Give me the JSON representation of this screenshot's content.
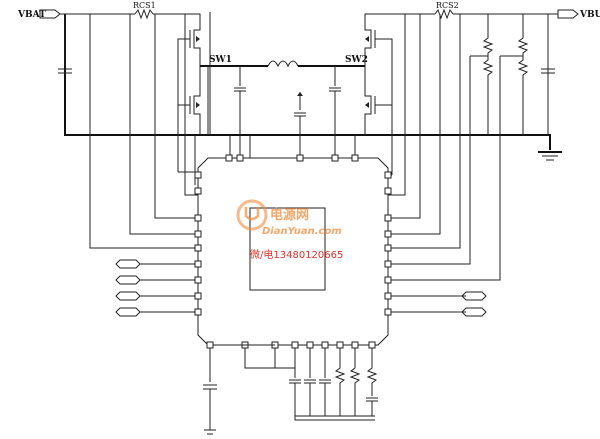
{
  "labels": {
    "vbat": "VBAT",
    "vbus": "VBUS",
    "rcs1": "RCS1",
    "rcs2": "RCS2",
    "sw1": "SW1",
    "sw2": "SW2"
  },
  "watermark": {
    "brand_cn": "电源网",
    "brand_en": "DianYuan.com",
    "contact": "微/电13480120665"
  },
  "colors": {
    "watermark": "#f08a3c",
    "contact": "#e0302a",
    "wire": "#222222"
  }
}
